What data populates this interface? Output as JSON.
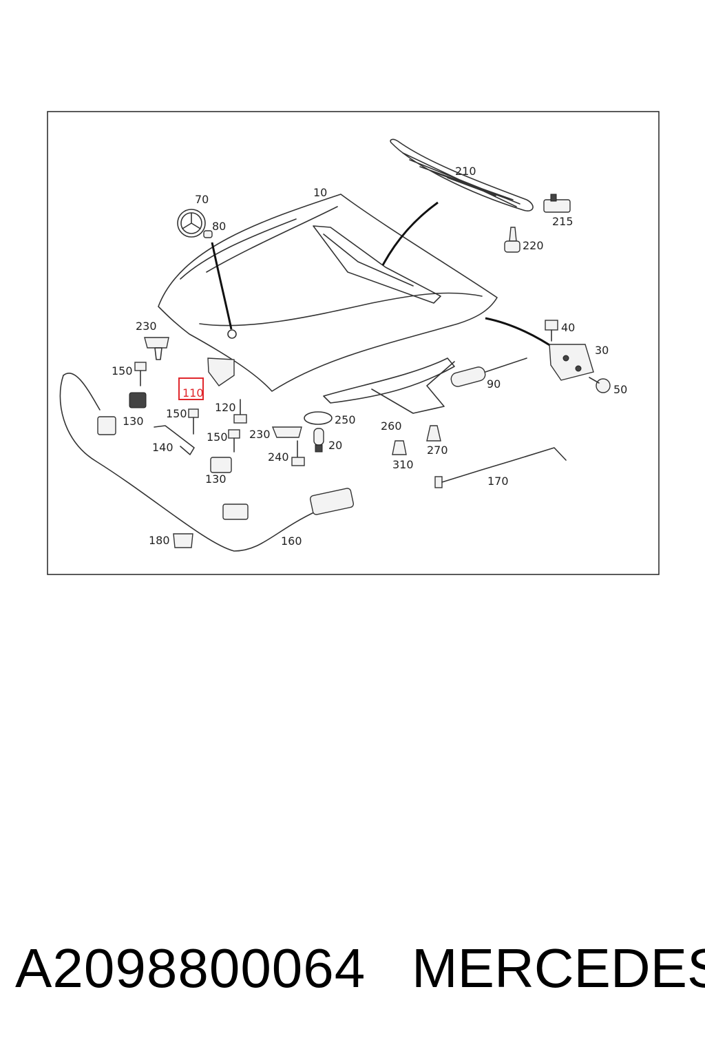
{
  "labels": {
    "l10": "10",
    "l20": "20",
    "l30": "30",
    "l40": "40",
    "l50": "50",
    "l70": "70",
    "l80": "80",
    "l90": "90",
    "l110": "110",
    "l120": "120",
    "l130a": "130",
    "l130b": "130",
    "l140": "140",
    "l150a": "150",
    "l150b": "150",
    "l150c": "150",
    "l160": "160",
    "l170": "170",
    "l180": "180",
    "l210": "210",
    "l215": "215",
    "l220": "220",
    "l230a": "230",
    "l230b": "230",
    "l240": "240",
    "l250": "250",
    "l260": "260",
    "l270": "270",
    "l310": "310"
  },
  "highlight": {
    "color": "#e0262b"
  },
  "footer": {
    "part_number": "A2098800064",
    "brand": "MERCEDES"
  }
}
